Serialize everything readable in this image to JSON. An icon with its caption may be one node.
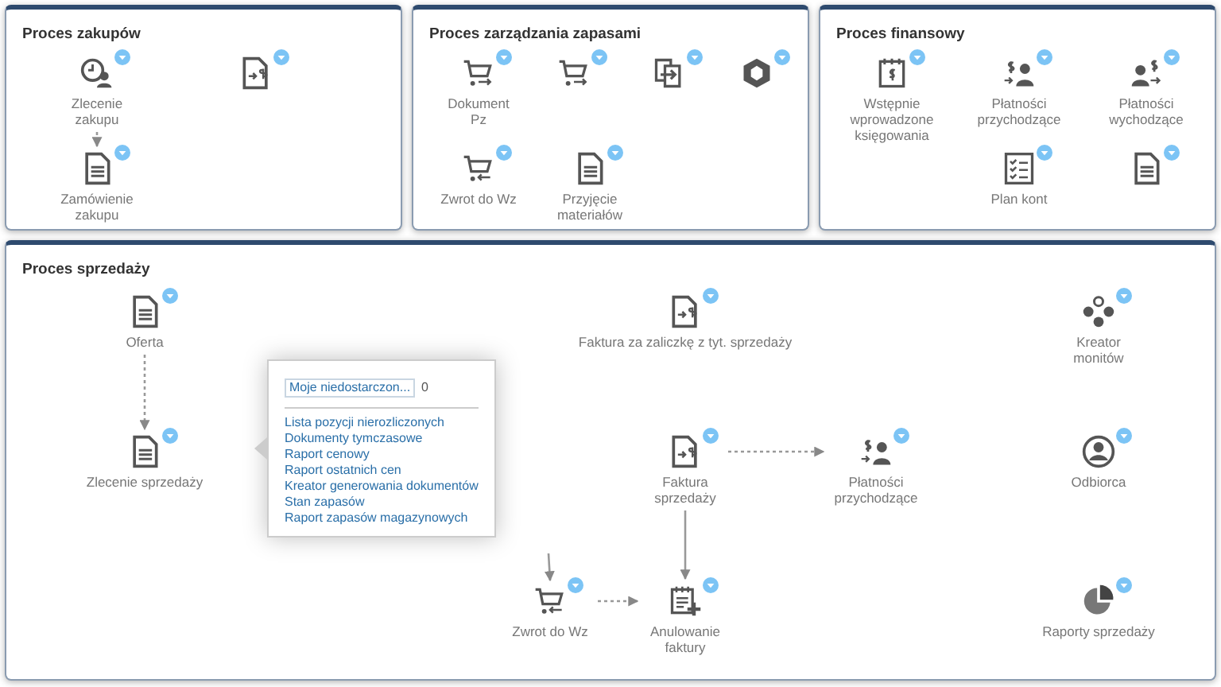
{
  "diagram": {
    "nodes": [
      {
        "text": [
          "Proces zakupów"
        ]
      },
      {
        "text": [
          "Zlecenie zakupu"
        ],
        "in": 0
      },
      {
        "text": [
          "Zamówienie zakupu"
        ],
        "in": 0
      },
      {
        "text": [],
        "shape": "picture",
        "in": 0
      },
      {
        "text": [
          "Proces zarządzania zapasami"
        ]
      },
      {
        "text": [
          "Dokument Pz"
        ],
        "in": 4
      },
      {
        "text": [],
        "shape": "picture",
        "in": 4
      },
      {
        "text": [],
        "shape": "picture",
        "in": 4
      },
      {
        "text": [],
        "shape": "picture",
        "in": 4
      },
      {
        "text": [
          "Zwrot do Wz"
        ],
        "in": 4
      },
      {
        "text": [
          "Przyjęcie materiałów"
        ],
        "in": 4
      },
      {
        "text": [
          "Proces finansowy"
        ]
      },
      {
        "text": [
          "Wstępnie wprowadzone księgowania"
        ],
        "in": 11
      },
      {
        "text": [],
        "shape": "picture",
        "in": 11
      },
      {
        "text": [
          "Płatności przychodzące"
        ],
        "in": 11
      },
      {
        "text": [
          "Płatności wychodzące"
        ],
        "in": 11
      },
      {
        "text": [
          "Plan kont"
        ],
        "in": 11
      },
      {
        "text": [
          "Proces sprzedaży"
        ]
      },
      {
        "text": [
          "Oferta"
        ],
        "in": 17
      },
      {
        "text": [
          "Faktura za zaliczkę z tyt. sprzedaży"
        ],
        "in": 17
      },
      {
        "text": [
          "Kreator monitów"
        ],
        "in": 17
      },
      {
        "text": [
          "Moje niedostarczon...",
          "0",
          "Lista pozycji nierozliczonych",
          "Dokumenty tymczasowe",
          "Raport cenowy",
          "Raport ostatnich cen",
          "Kreator generowania dokumentów",
          "Stan zapasów",
          "Raport zapasów magazynowych"
        ],
        "in": 17
      },
      {
        "text": [
          "Zlecenie sprzedaży"
        ],
        "in": 17
      },
      {
        "text": [
          "Faktura sprzedaży"
        ],
        "in": 17
      },
      {
        "text": [
          "Płatności przychodzące"
        ],
        "in": 17
      },
      {
        "text": [
          "Odbiorca"
        ],
        "in": 17
      },
      {
        "text": [
          "Zwrot do Wz"
        ],
        "in": 17
      },
      {
        "text": [
          "Anulowanie faktury"
        ],
        "in": 17
      },
      {
        "text": [
          "Raporty sprzedaży"
        ],
        "in": 17
      }
    ],
    "edges": [
      {
        "from": 1,
        "to": 2,
        "arrow": "to",
        "style": "dashed"
      },
      {
        "from": 18,
        "to": 22,
        "arrow": "to",
        "style": "dashed"
      },
      {
        "from": null,
        "to": 26,
        "arrow": "to"
      },
      {
        "from": 23,
        "to": 27,
        "arrow": "to"
      },
      {
        "from": 26,
        "to": 27,
        "arrow": "to",
        "style": "dashed"
      },
      {
        "from": 23,
        "to": 24,
        "arrow": "to",
        "style": "dashed"
      }
    ]
  }
}
